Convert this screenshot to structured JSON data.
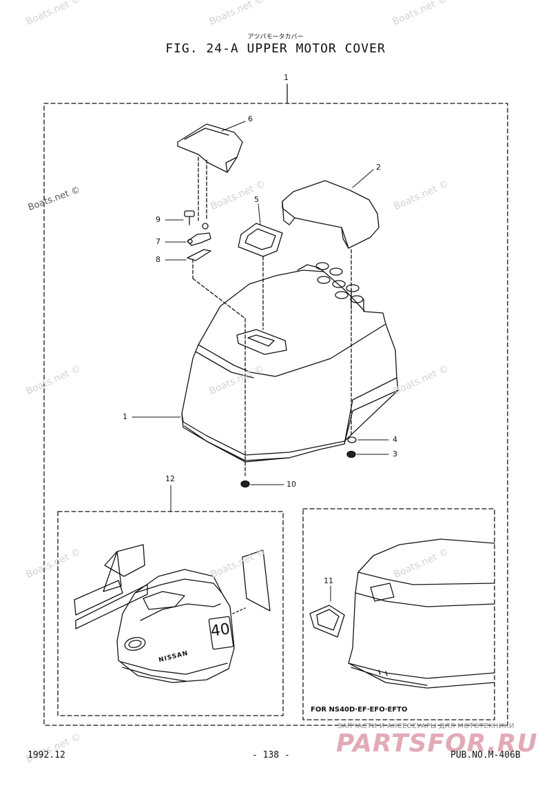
{
  "header": {
    "japanese_title": "アツパモータカバー",
    "figure_title": "FIG. 24-A UPPER MOTOR COVER"
  },
  "callouts": [
    {
      "number": "1"
    },
    {
      "number": "6"
    },
    {
      "number": "2"
    },
    {
      "number": "5"
    },
    {
      "number": "9"
    },
    {
      "number": "7"
    },
    {
      "number": "8"
    },
    {
      "number": "1"
    },
    {
      "number": "4"
    },
    {
      "number": "3"
    },
    {
      "number": "10"
    },
    {
      "number": "12"
    },
    {
      "number": "11"
    }
  ],
  "variant_label": "FOR NS40D·EF·EFO·EFTO",
  "decal_text": {
    "brand": "NISSAN",
    "model": "40"
  },
  "watermarks": {
    "text": "Boats.net ©"
  },
  "footer": {
    "date": "1992.12",
    "page": "- 138 -",
    "pub_no": "PUB.NO.M-406B"
  },
  "brand_overlay": {
    "tagline": "ЗАПЧАСТИ И АКСЕССУАРЫ ДЛЯ МОТОТЕХНИКИ",
    "name": "PARTSFOR.RU"
  },
  "colors": {
    "ink": "#111111",
    "watermark": "#d2d2d2",
    "brand": "#e2aab7"
  }
}
